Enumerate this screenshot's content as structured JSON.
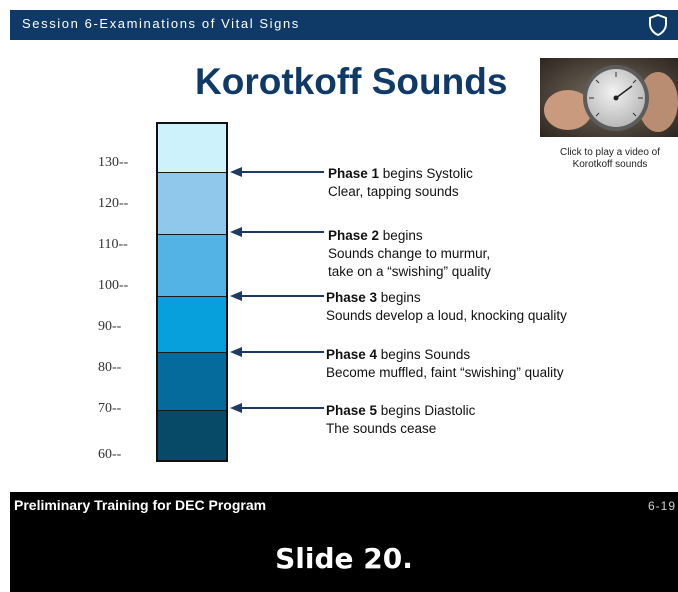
{
  "header": {
    "title": "Session 6-Examinations of Vital Signs",
    "icon": "shield-icon"
  },
  "slide": {
    "title": "Korotkoff Sounds"
  },
  "video": {
    "caption": "Click to play a video of Korotkoff sounds",
    "icon": "sphygmomanometer-gauge"
  },
  "scale": {
    "ticks": [
      "130--",
      "120--",
      "110--",
      "100--",
      "90--",
      "80--",
      "70--",
      "60--"
    ]
  },
  "colors": {
    "header": "#0f3a67",
    "title": "#0f3a67",
    "segments": [
      "#cdf2fb",
      "#8fc8ea",
      "#53b3e5",
      "#07a0dc",
      "#056b9c",
      "#074a68"
    ]
  },
  "phases": [
    {
      "name": "Phase 1",
      "rest": " begins Systolic",
      "line2": "Clear, tapping sounds",
      "line3": ""
    },
    {
      "name": "Phase 2",
      "rest": " begins",
      "line2": "Sounds change to murmur,",
      "line3": "take on a “swishing” quality"
    },
    {
      "name": "Phase 3",
      "rest": " begins",
      "line2": "Sounds develop a loud, knocking quality",
      "line3": ""
    },
    {
      "name": "Phase 4",
      "rest": " begins Sounds",
      "line2": "Become muffled, faint “swishing” quality",
      "line3": ""
    },
    {
      "name": "Phase 5",
      "rest": " begins Diastolic",
      "line2": "The sounds cease",
      "line3": ""
    }
  ],
  "footer": {
    "left": "Preliminary Training for DEC Program",
    "right": "6-19"
  },
  "caption": "Slide 20."
}
